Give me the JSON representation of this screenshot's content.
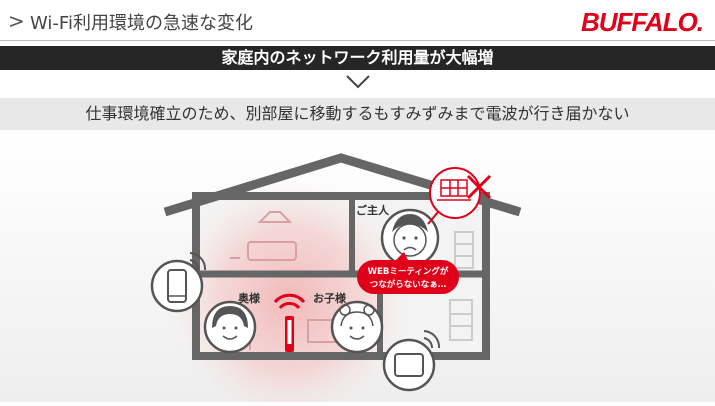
{
  "header": {
    "chevron": ">",
    "title": "Wi-Fi利用環境の急速な変化",
    "logo": "BUFFALO."
  },
  "banner": {
    "text": "家庭内のネットワーク利用量が大幅増"
  },
  "subtitle": {
    "text": "仕事環境確立のため、別部屋に移動するもすみずみまで電波が行き届かない"
  },
  "scene": {
    "labels": {
      "husband": "ご主人",
      "wife": "奥様",
      "child": "お子様"
    },
    "speech": {
      "line1": "WEBミーティングが",
      "line2": "つながらないなぁ…"
    }
  },
  "colors": {
    "accent": "#e0001a",
    "dark": "#262626",
    "house": "#666666"
  },
  "icons": [
    "chevron-right-icon",
    "chevron-down-icon",
    "router-icon",
    "smartphone-icon",
    "tablet-icon",
    "laptop-icon",
    "wifi-icon",
    "x-icon"
  ]
}
